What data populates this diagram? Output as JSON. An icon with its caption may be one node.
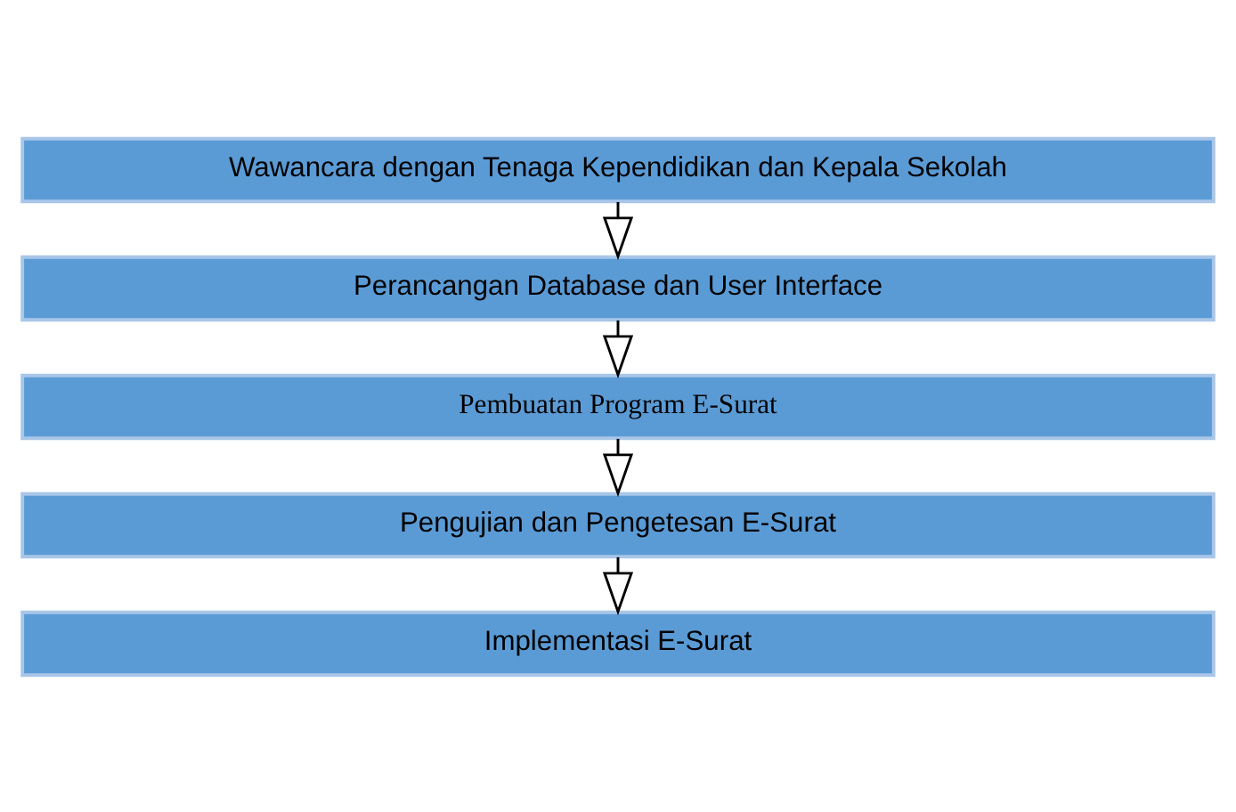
{
  "diagram": {
    "nodes": [
      {
        "text": [
          "Wawancara dengan Tenaga Kependidikan dan Kepala Sekolah"
        ]
      },
      {
        "text": [
          "Perancangan Database dan User Interface"
        ]
      },
      {
        "text": [
          "Pembuatan Program E-Surat"
        ]
      },
      {
        "text": [
          "Pengujian dan Pengetesan E-Surat"
        ]
      },
      {
        "text": [
          "Implementasi E-Surat"
        ]
      }
    ],
    "edges": [
      {
        "from": 0,
        "to": 1,
        "arrow": "to"
      },
      {
        "from": 1,
        "to": 2,
        "arrow": "to"
      },
      {
        "from": 2,
        "to": 3,
        "arrow": "to"
      },
      {
        "from": 3,
        "to": 4,
        "arrow": "to"
      }
    ]
  }
}
